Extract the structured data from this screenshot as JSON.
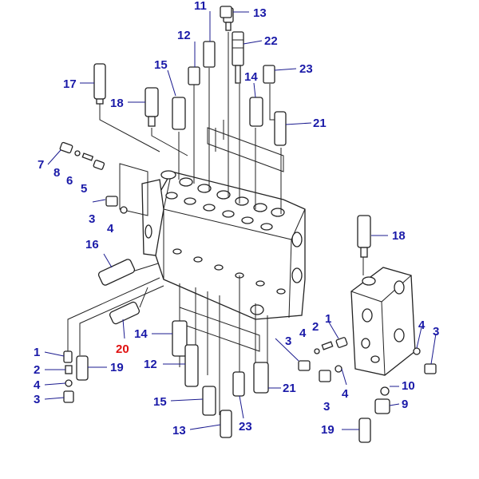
{
  "colors": {
    "label": "#1a1aa8",
    "highlight": "#e01010",
    "line": "#222222"
  },
  "labels": {
    "l11": "11",
    "l13a": "13",
    "l12a": "12",
    "l22a": "22",
    "l15a": "15",
    "l23a": "23",
    "l17": "17",
    "l14a": "14",
    "l18a": "18",
    "l21a": "21",
    "l7": "7",
    "l8": "8",
    "l6": "6",
    "l5": "5",
    "l3a": "3",
    "l4a": "4",
    "l16": "16",
    "l18b": "18",
    "l20": "20",
    "l1a": "1",
    "l2a": "2",
    "l4b": "4",
    "l3b": "3",
    "l19a": "19",
    "l14b": "14",
    "l12b": "12",
    "l15b": "15",
    "l13b": "13",
    "l23b": "23",
    "l21b": "21",
    "l3c": "3",
    "l4c": "4",
    "l2b": "2",
    "l1b": "1",
    "l4d": "4",
    "l3d": "3",
    "l10": "10",
    "l9": "9",
    "l3e": "3",
    "l4e": "4",
    "l19b": "19"
  }
}
